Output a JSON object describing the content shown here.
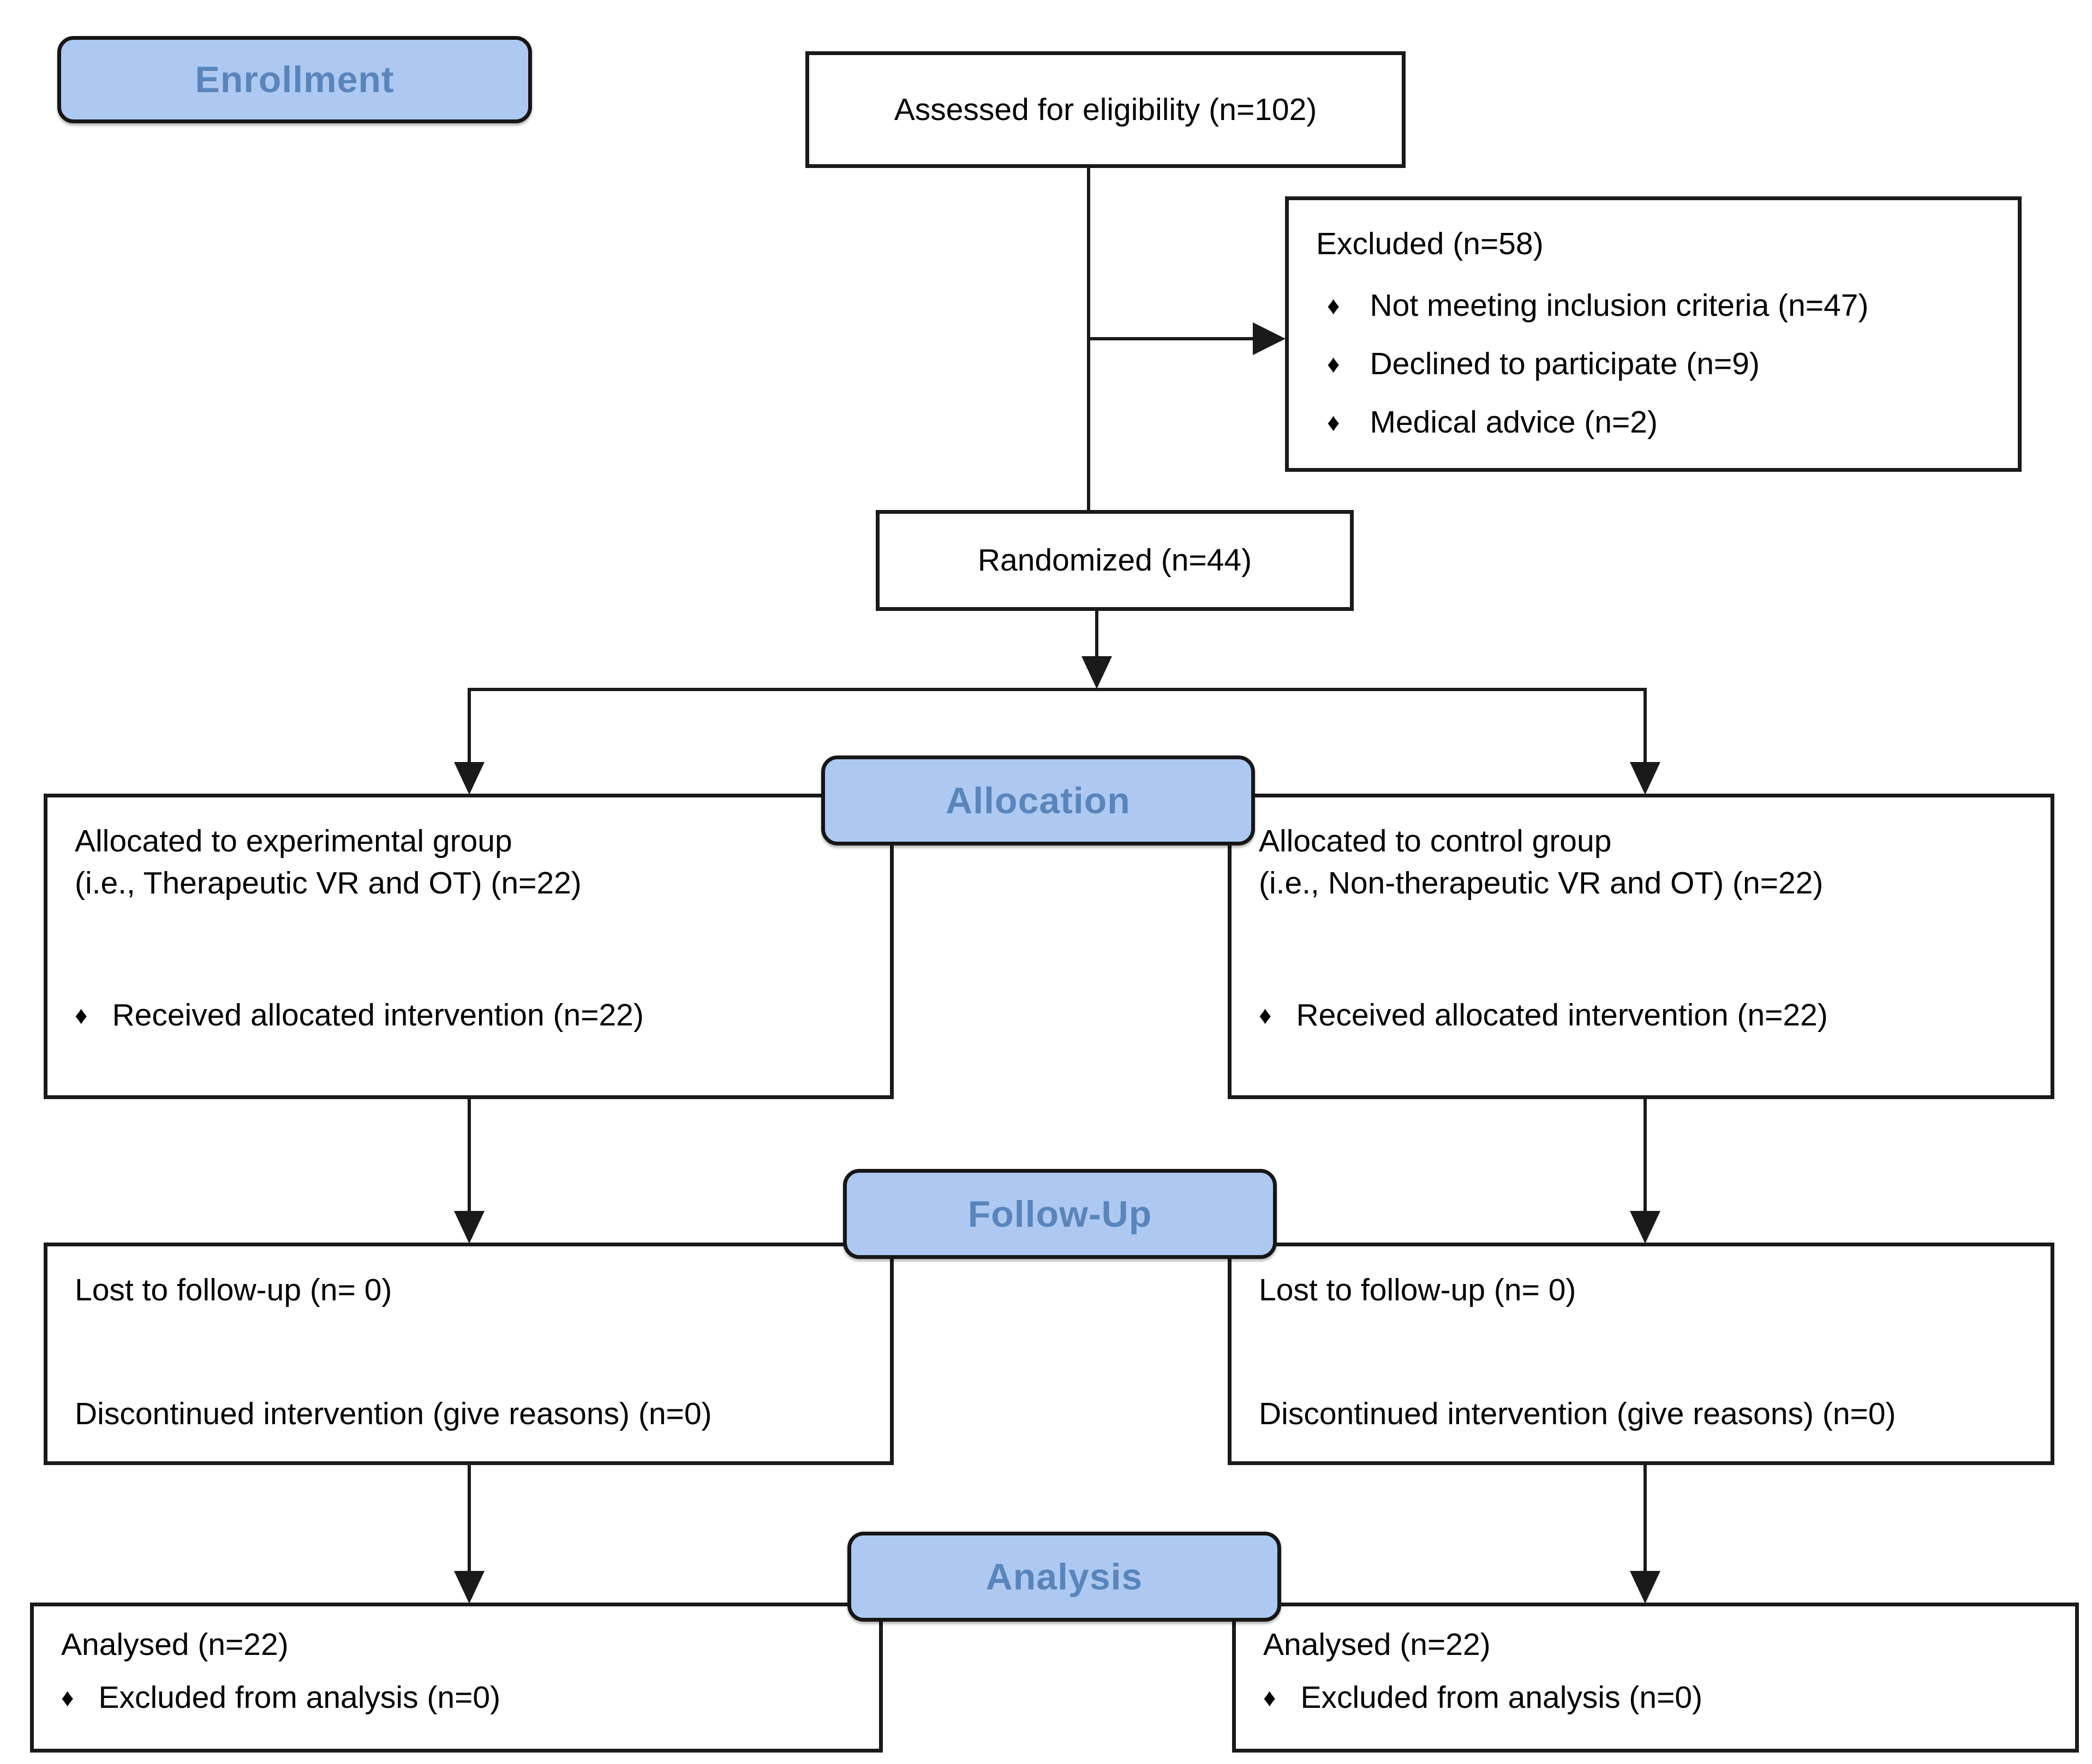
{
  "diagram": {
    "bullet_glyph": "♦",
    "colors": {
      "label_fill": "#adc9f2",
      "label_text": "#5a85bb",
      "box_border": "#1a1a1a",
      "connector": "#1a1a1a",
      "box_fill": "#ffffff"
    },
    "stage_labels": {
      "enrollment": "Enrollment",
      "allocation": "Allocation",
      "followup": "Follow-Up",
      "analysis": "Analysis"
    },
    "boxes": {
      "assessed": {
        "text": "Assessed for eligibility (n=102)"
      },
      "excluded": {
        "title": "Excluded (n=58)",
        "bullets": [
          "Not meeting inclusion criteria (n=47)",
          "Declined to participate (n=9)",
          "Medical advice (n=2)"
        ]
      },
      "randomized": {
        "text": "Randomized (n=44)"
      },
      "alloc_left": {
        "line1": "Allocated to experimental group",
        "line2": "(i.e., Therapeutic VR and OT) (n=22)",
        "bullets": [
          "Received allocated intervention (n=22)"
        ]
      },
      "alloc_right": {
        "line1": "Allocated to control group",
        "line2": "(i.e., Non-therapeutic VR and OT) (n=22)",
        "bullets": [
          "Received allocated intervention (n=22)"
        ]
      },
      "followup_left": {
        "line1": "Lost to follow-up (n= 0)",
        "line2": "Discontinued intervention (give reasons) (n=0)"
      },
      "followup_right": {
        "line1": "Lost to follow-up (n= 0)",
        "line2": "Discontinued intervention (give reasons) (n=0)"
      },
      "analysis_left": {
        "line1": "Analysed (n=22)",
        "bullets": [
          "Excluded from analysis (n=0)"
        ]
      },
      "analysis_right": {
        "line1": "Analysed (n=22)",
        "bullets": [
          "Excluded from analysis (n=0)"
        ]
      }
    }
  }
}
